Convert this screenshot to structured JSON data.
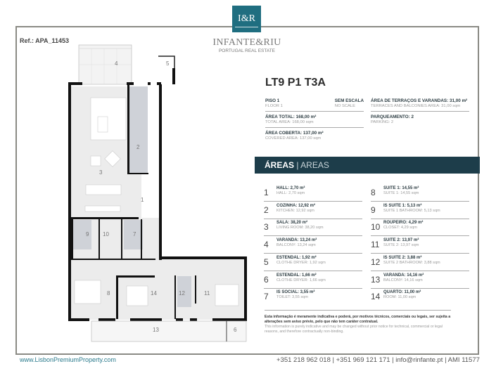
{
  "logo": {
    "monogram": "I&R",
    "name": "INFANTE&RIU",
    "tagline": "PORTUGAL REAL ESTATE",
    "color": "#1f6e80"
  },
  "ref": "Ref.: APA_11453",
  "title": "LT9 P1 T3A",
  "info": {
    "floor": {
      "pt": "PISO 1",
      "en": "FLOOR 1"
    },
    "scale": {
      "pt": "SEM ESCALA",
      "en": "NO SCALE"
    },
    "total": {
      "pt": "ÁREA TOTAL: 168,00 m²",
      "en": "TOTAL AREA: 168,00 sqm"
    },
    "covered": {
      "pt": "ÁREA COBERTA: 137,00 m²",
      "en": "COVERED AREA: 137,00 sqm"
    },
    "terraces": {
      "pt": "ÁREA DE TERRAÇOS E VARANDAS: 31,00 m²",
      "en": "TERRACES AND BALCONIES AREA: 31,00 sqm"
    },
    "parking": {
      "pt": "PARQUEAMENTO: 2",
      "en": "PARKING: 2"
    }
  },
  "areas_header": {
    "pt": "ÁREAS",
    "sep": "|",
    "en": "AREAS",
    "color": "#1d3d4a"
  },
  "areas": [
    {
      "n": "1",
      "pt": "HALL: 2,70 m²",
      "en": "HALL: 2,70 sqm"
    },
    {
      "n": "2",
      "pt": "COZINHA: 12,92 m²",
      "en": "KITCHEN: 12,92 sqm"
    },
    {
      "n": "3",
      "pt": "SALA: 38,20 m²",
      "en": "LIVING ROOM: 38,20 sqm"
    },
    {
      "n": "4",
      "pt": "VARANDA: 13,24 m²",
      "en": "BALCONY: 13,24 sqm"
    },
    {
      "n": "5",
      "pt": "ESTENDAL: 1,92 m²",
      "en": "CLOTHE DRYER: 1,92 sqm"
    },
    {
      "n": "6",
      "pt": "ESTENDAL: 1,66 m²",
      "en": "CLOTHE DRYER: 1,66 sqm"
    },
    {
      "n": "7",
      "pt": "IS SOCIAL: 3,55 m²",
      "en": "TOILET: 3,55 sqm"
    },
    {
      "n": "8",
      "pt": "SUITE 1: 14,55 m²",
      "en": "SUITE 1: 14,55 sqm"
    },
    {
      "n": "9",
      "pt": "IS SUITE 1: 5,13 m²",
      "en": "SUITE 1 BATHROOM: 5,13 sqm"
    },
    {
      "n": "10",
      "pt": "ROUPEIRO: 4,29 m²",
      "en": "CLOSET: 4,29 sqm"
    },
    {
      "n": "11",
      "pt": "SUITE 2: 13,97 m²",
      "en": "SUITE 2: 13,97 sqm"
    },
    {
      "n": "12",
      "pt": "IS SUITE 2: 3,88 m²",
      "en": "SUITE 2 BATHROOM: 3,88 sqm"
    },
    {
      "n": "13",
      "pt": "VARANDA: 14,16 m²",
      "en": "BALCONY: 14,16 sqm"
    },
    {
      "n": "14",
      "pt": "QUARTO: 11,00 m²",
      "en": "ROOM: 11,00 sqm"
    }
  ],
  "disclaimer": {
    "pt": "Esta informação é meramente indicativa e poderá, por motivos técnicos, comerciais ou legais, ser sujeita a alterações sem aviso prévio, pelo que não tem caráter contratual.",
    "en": "This information is purely indicative and may be changed without prior notice for technical, commercial or legal reasons, and therefore contractually non-binding."
  },
  "footer": {
    "website": "www.LisbonPremiumProperty.com",
    "contact": "+351 218 962 018 | +351 969 121 171 | info@rinfante.pt | AMI 11577"
  }
}
